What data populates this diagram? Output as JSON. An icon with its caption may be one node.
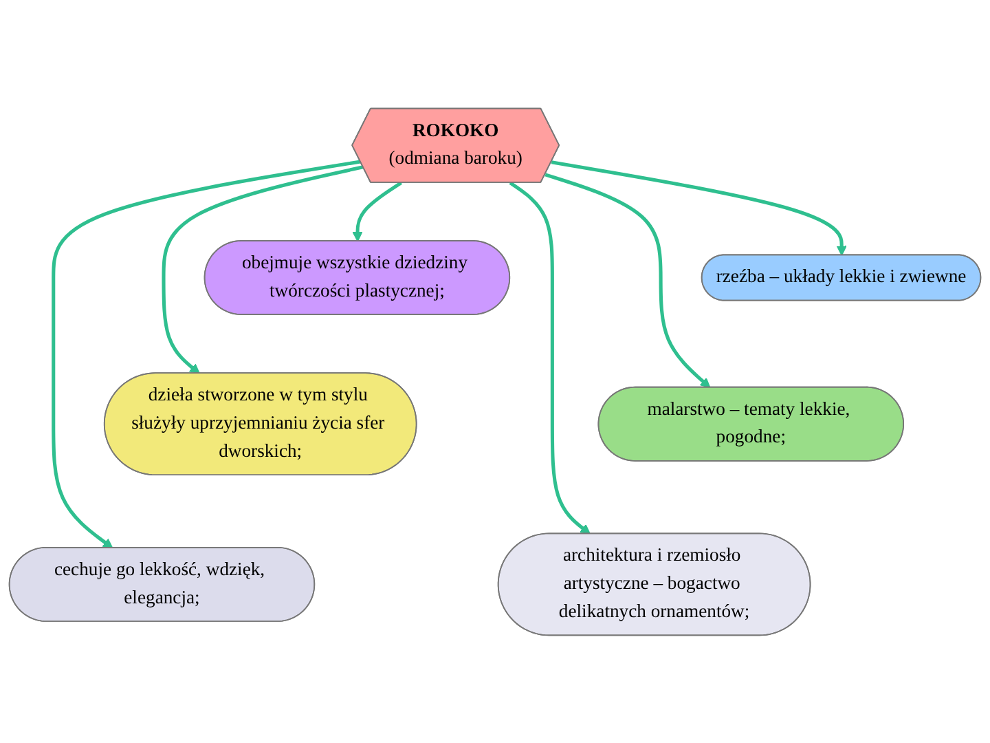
{
  "diagram": {
    "nodes": [
      {
        "text": [
          "ROKOKO",
          "(odmiana baroku)"
        ]
      },
      {
        "text": [
          "obejmuje wszystkie dziedziny twórczości plastycznej;"
        ]
      },
      {
        "text": [
          "rzeźba – układy lekkie i zwiewne"
        ]
      },
      {
        "text": [
          "dzieła stworzone w tym stylu służyły uprzyjemnianiu życia sfer dworskich;"
        ]
      },
      {
        "text": [
          "malarstwo – tematy lekkie, pogodne;"
        ]
      },
      {
        "text": [
          "cechuje go lekkość, wdzięk, elegancja;"
        ]
      },
      {
        "text": [
          "architektura i rzemiosło artystyczne – bogactwo delikatnych ornamentów;"
        ]
      }
    ],
    "edges": [
      {
        "from": 0,
        "to": 1,
        "arrow": "to"
      },
      {
        "from": 0,
        "to": 2,
        "arrow": "to"
      },
      {
        "from": 0,
        "to": 3,
        "arrow": "to"
      },
      {
        "from": 0,
        "to": 4,
        "arrow": "to"
      },
      {
        "from": 0,
        "to": 5,
        "arrow": "to"
      },
      {
        "from": 0,
        "to": 6,
        "arrow": "to"
      }
    ]
  }
}
